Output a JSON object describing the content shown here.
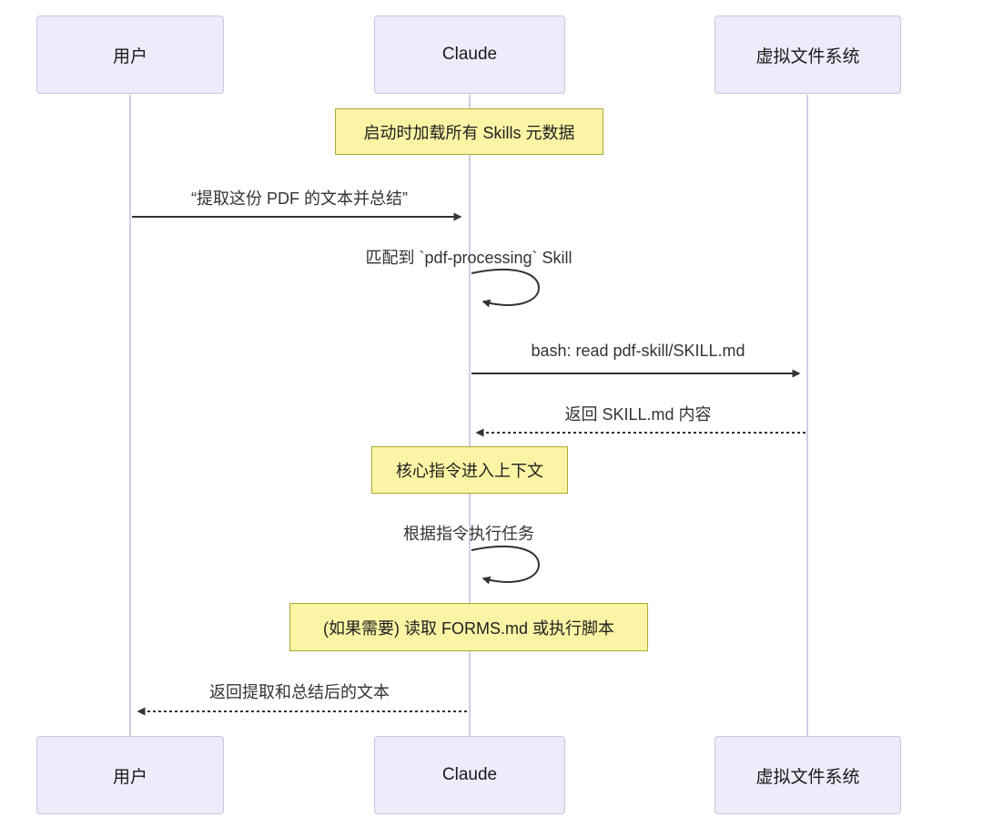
{
  "diagram": {
    "type": "sequence",
    "participants": [
      {
        "id": "user",
        "label": "用户"
      },
      {
        "id": "claude",
        "label": "Claude"
      },
      {
        "id": "vfs",
        "label": "虚拟文件系统"
      }
    ],
    "notes": [
      {
        "over": "Claude",
        "label": "启动时加载所有 Skills 元数据"
      },
      {
        "over": "Claude",
        "label": "核心指令进入上下文"
      },
      {
        "over": "Claude",
        "label": "(如果需要) 读取 FORMS.md 或执行脚本"
      }
    ],
    "messages": [
      {
        "from": "用户",
        "to": "Claude",
        "style": "solid",
        "label": "“提取这份 PDF 的文本并总结”"
      },
      {
        "from": "Claude",
        "to": "Claude",
        "style": "self",
        "label": "匹配到 `pdf-processing` Skill"
      },
      {
        "from": "Claude",
        "to": "虚拟文件系统",
        "style": "solid",
        "label": "bash: read pdf-skill/SKILL.md"
      },
      {
        "from": "虚拟文件系统",
        "to": "Claude",
        "style": "dashed",
        "label": "返回 SKILL.md 内容"
      },
      {
        "from": "Claude",
        "to": "Claude",
        "style": "self",
        "label": "根据指令执行任务"
      },
      {
        "from": "Claude",
        "to": "用户",
        "style": "dashed",
        "label": "返回提取和总结后的文本"
      }
    ],
    "colors": {
      "actor_fill": "#ECECFB",
      "actor_border": "#C6C6E2",
      "note_fill": "#FBF4A5",
      "note_border": "#AAAA33",
      "arrow_line": "#333333",
      "lifeline": "#CFCFE0",
      "text": "#333333"
    }
  }
}
